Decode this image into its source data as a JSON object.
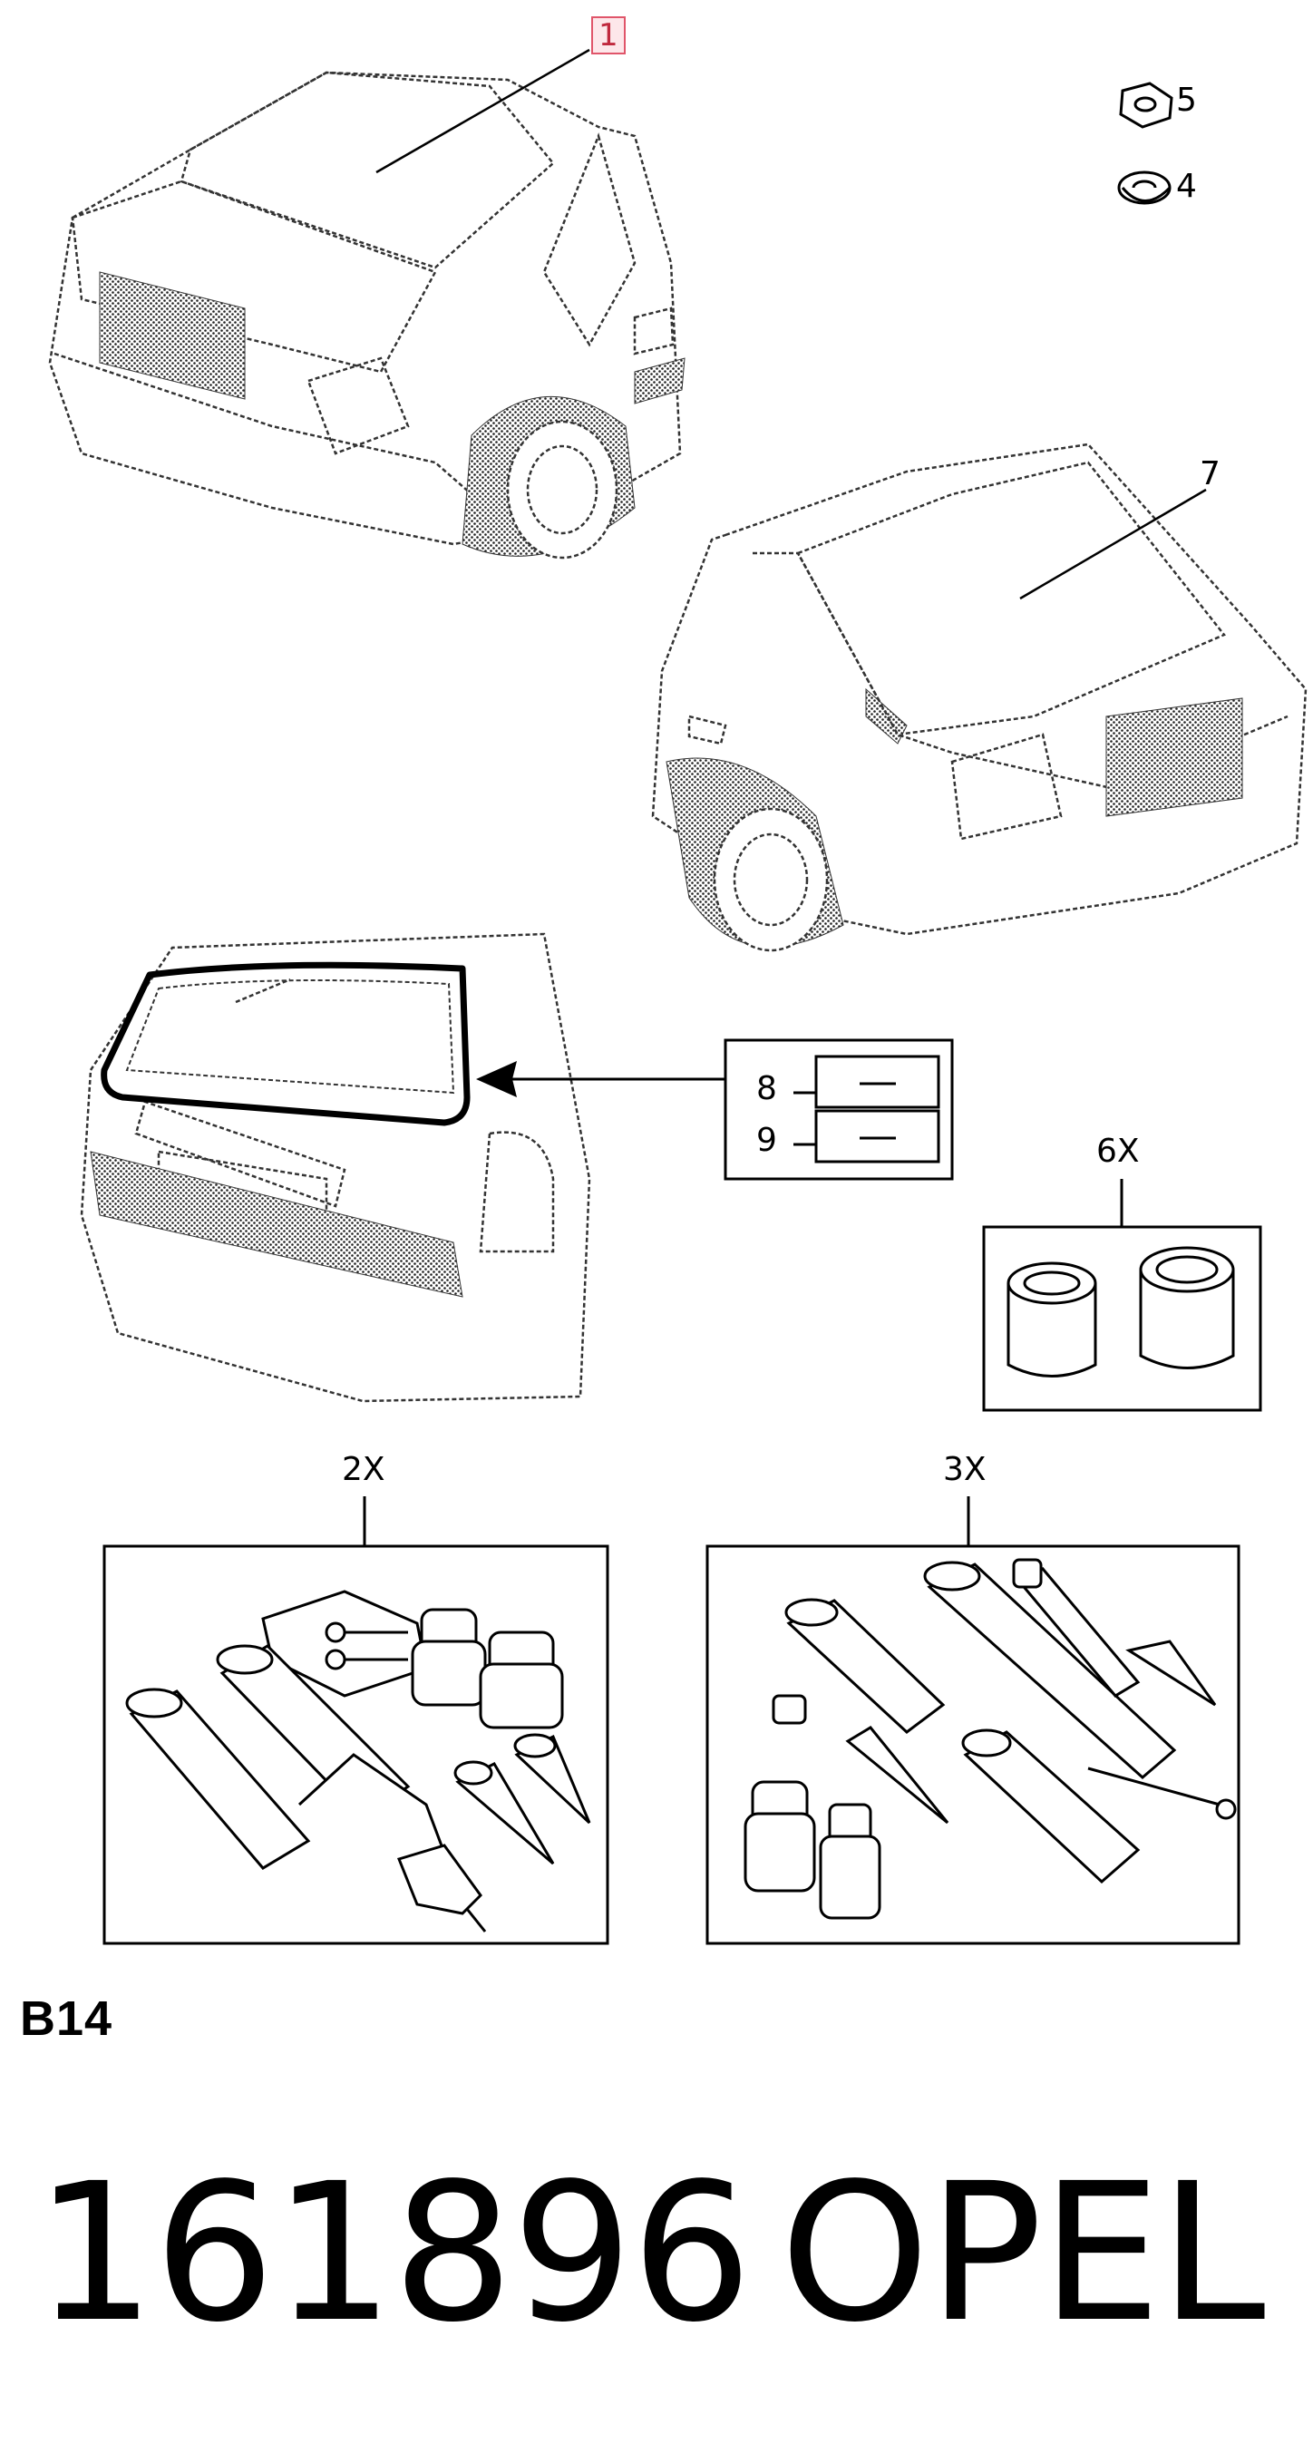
{
  "callouts": {
    "c1": "1",
    "c4": "4",
    "c5": "5",
    "c7": "7",
    "c8": "8",
    "c9": "9",
    "c6x": "6X",
    "c2x": "2X",
    "c3x": "3X"
  },
  "section_code": "B14",
  "part_number": "161896",
  "brand": "OPEL",
  "colors": {
    "highlight_border": "#e0556a",
    "highlight_fill": "#fde7ea",
    "line": "#000000"
  }
}
